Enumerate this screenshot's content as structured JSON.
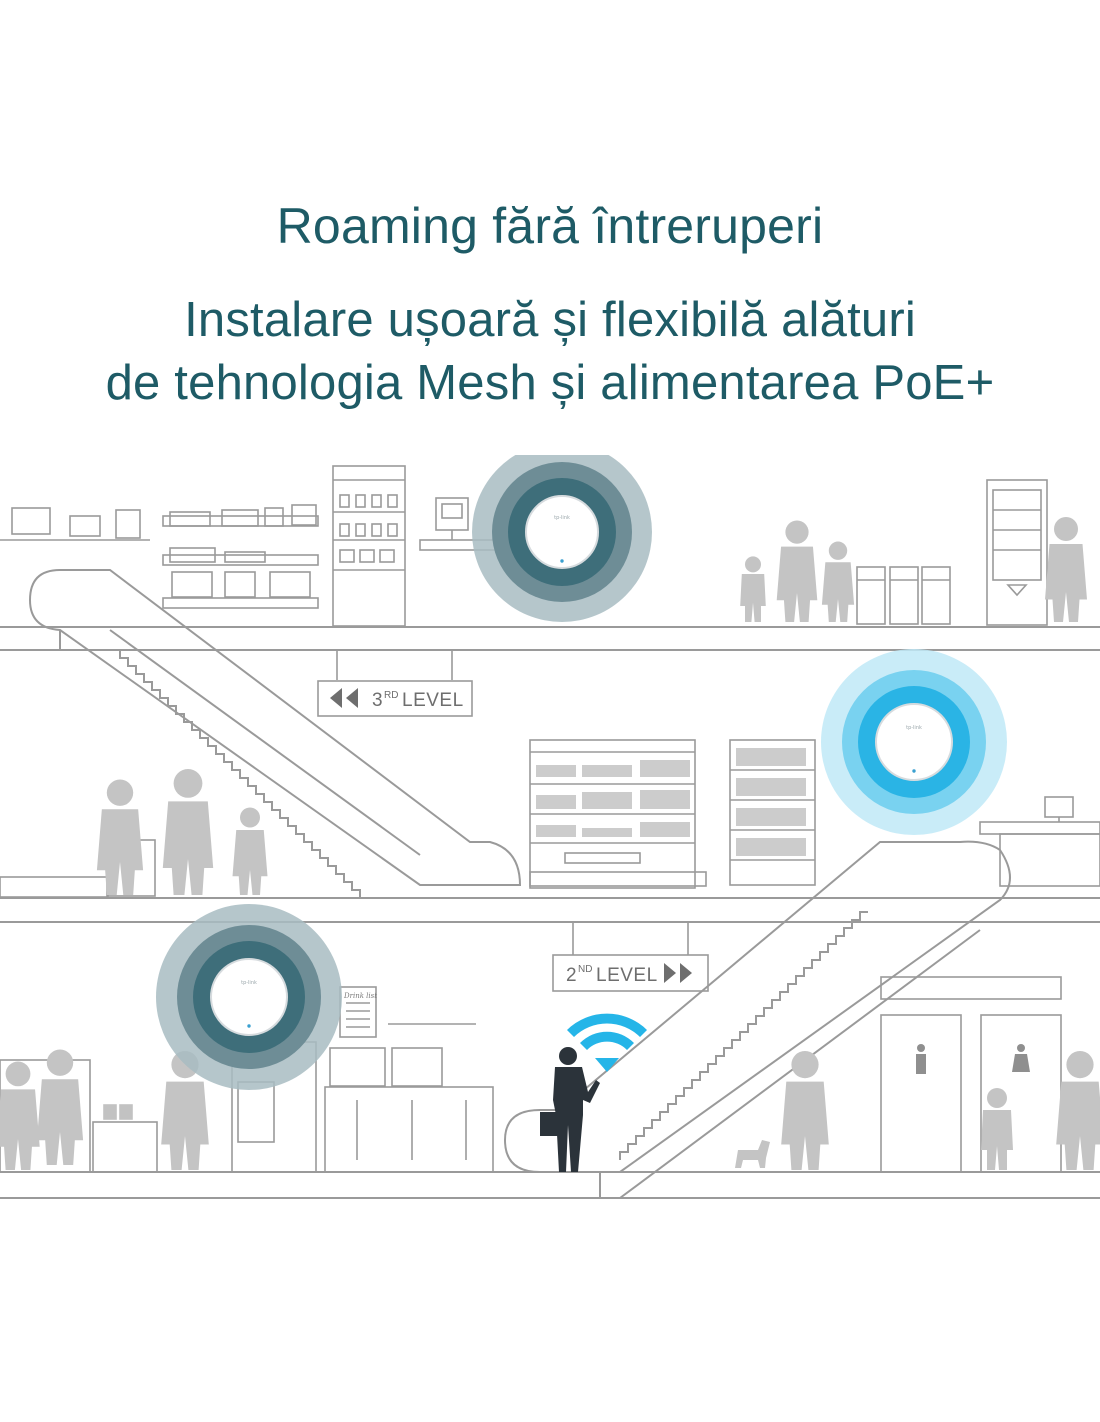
{
  "headline": {
    "line1": "Roaming fără întreruperi",
    "line2": "Instalare ușoară și flexibilă alături",
    "line3": "de tehnologia Mesh și alimentarea PoE+"
  },
  "signs": {
    "level3_num": "3",
    "level3_sup": "RD",
    "level3_word": "LEVEL",
    "level2_num": "2",
    "level2_sup": "ND",
    "level2_word": "LEVEL"
  },
  "menu_board": {
    "title": "Drink list"
  },
  "colors": {
    "headline": "#1e5b66",
    "line_art": "#9a9a9a",
    "people": "#bdbdbd",
    "person_highlight": "#2b333a",
    "ap_ring_dark": "#3e6e7a",
    "ap_ring_light": "#8aa6ae",
    "ap_ring_active": "#2ab4e5",
    "wifi_signal": "#25b5e8"
  },
  "icons": [
    "access-point-icon",
    "wifi-signal-icon",
    "male-restroom-icon",
    "female-restroom-icon",
    "double-arrow-left-icon",
    "double-arrow-right-icon"
  ]
}
